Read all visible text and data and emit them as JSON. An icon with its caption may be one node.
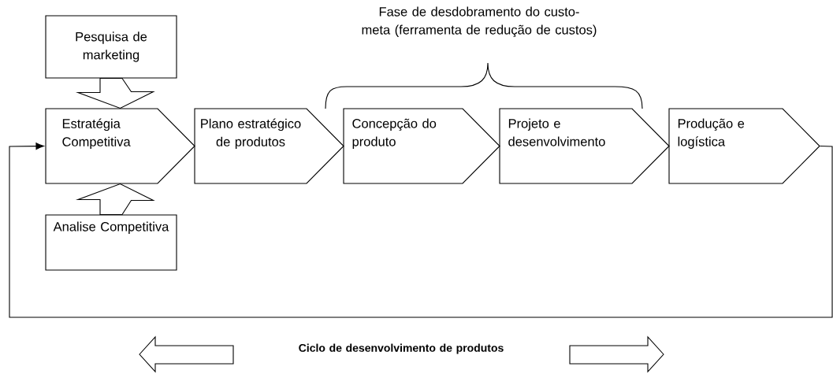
{
  "diagram": {
    "nodes": [
      {
        "text": [
          "Pesquisa de marketing"
        ]
      },
      {
        "text": [
          "Estratégia Competitiva"
        ]
      },
      {
        "text": [
          "Analise Competitiva"
        ]
      },
      {
        "text": [
          "Plano estratégico de produtos"
        ]
      },
      {
        "text": [
          "Concepção do produto"
        ]
      },
      {
        "text": [
          "Projeto e desenvolvimento"
        ]
      },
      {
        "text": [
          "Produção e logística"
        ]
      }
    ],
    "edges": [
      {
        "from": 0,
        "to": 1,
        "arrow": "to"
      },
      {
        "from": 2,
        "to": 1,
        "arrow": "to"
      },
      {
        "from": 6,
        "to": 1,
        "arrow": "to"
      }
    ],
    "labels": [
      "Fase de desdobramento do custo-meta (ferramenta de redução de custos)",
      "Ciclo de desenvolvimento de produtos"
    ]
  }
}
